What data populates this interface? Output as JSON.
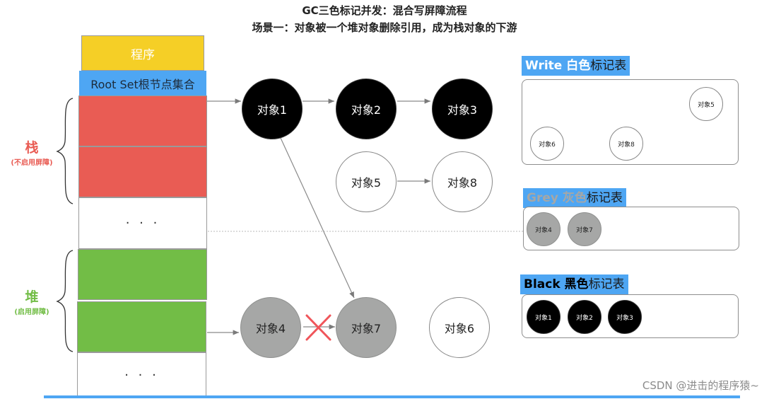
{
  "title": {
    "line1": "GC三色标记并发：混合写屏障流程",
    "line2": "场景一：对象被一个堆对象删除引用，成为栈对象的下游"
  },
  "stack_column": {
    "program_label": "程序",
    "root_set_label": "Root Set根节点集合",
    "ellipsis": "· · ·",
    "stack": {
      "label": "栈",
      "sublabel": "(不启用屏障)",
      "color": "#e95c54"
    },
    "heap": {
      "label": "堆",
      "sublabel": "(启用屏障)",
      "color": "#72bd46"
    }
  },
  "nodes": {
    "obj1": {
      "label": "对象1",
      "color": "black"
    },
    "obj2": {
      "label": "对象2",
      "color": "black"
    },
    "obj3": {
      "label": "对象3",
      "color": "black"
    },
    "obj5": {
      "label": "对象5",
      "color": "white"
    },
    "obj8": {
      "label": "对象8",
      "color": "white"
    },
    "obj4": {
      "label": "对象4",
      "color": "grey"
    },
    "obj7": {
      "label": "对象7",
      "color": "grey"
    },
    "obj6": {
      "label": "对象6",
      "color": "white"
    }
  },
  "edges": [
    {
      "from": "root-stack",
      "to": "对象1"
    },
    {
      "from": "对象1",
      "to": "对象2"
    },
    {
      "from": "对象2",
      "to": "对象3"
    },
    {
      "from": "对象5",
      "to": "对象8"
    },
    {
      "from": "对象1",
      "to": "对象7"
    },
    {
      "from": "root-heap",
      "to": "对象4"
    },
    {
      "from": "对象4",
      "to": "对象7",
      "deleted": true
    }
  ],
  "panels": {
    "white": {
      "title_en": "Write 白色",
      "title_rest": "标记表",
      "title_color": "#ffffff",
      "items": [
        "对象5",
        "对象6",
        "对象8"
      ]
    },
    "grey": {
      "title_en": "Grey 灰色",
      "title_rest": "标记表",
      "title_color": "#a6a7a6",
      "items": [
        "对象4",
        "对象7"
      ]
    },
    "black": {
      "title_en": "Black 黑色",
      "title_rest": "标记表",
      "title_color": "#000000",
      "items": [
        "对象1",
        "对象2",
        "对象3"
      ]
    }
  },
  "watermark": "CSDN @进击的程序猿~"
}
